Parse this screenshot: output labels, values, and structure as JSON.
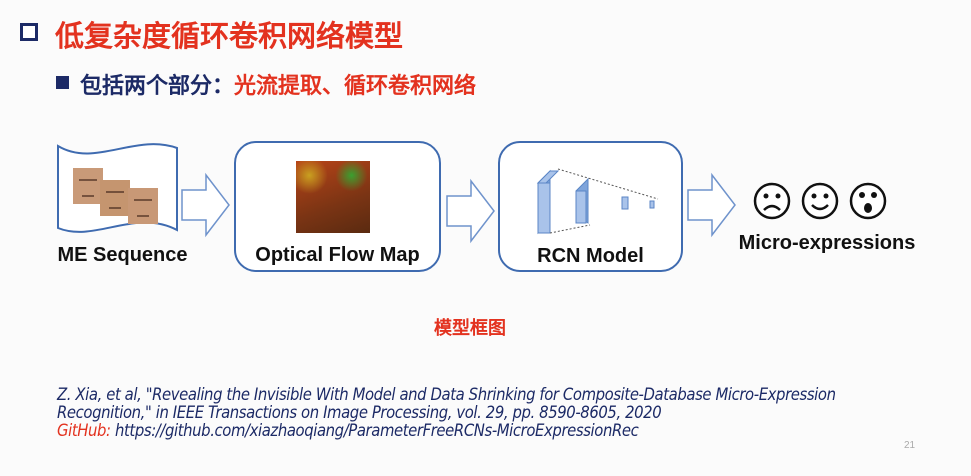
{
  "title": "低复杂度循环卷积网络模型",
  "subtitle": {
    "prefix": "包括两个部分：",
    "highlight": "光流提取、循环卷积网络"
  },
  "diagram": {
    "stages": [
      {
        "label": "ME Sequence"
      },
      {
        "label": "Optical Flow Map"
      },
      {
        "label": "RCN Model"
      },
      {
        "label": "Micro-expressions"
      }
    ],
    "caption": "模型框图"
  },
  "citation": {
    "text": "Z. Xia, et al, \"Revealing the Invisible With Model and Data Shrinking for Composite-Database Micro-Expression Recognition,\" in IEEE Transactions on Image Processing, vol. 29, pp. 8590-8605, 2020",
    "github_label": "GitHub:",
    "github_url": "https://github.com/xiazhaoqiang/ParameterFreeRCNs-MicroExpressionRec"
  },
  "page_number": "21",
  "colors": {
    "accent_red": "#e3321f",
    "navy": "#1c2a66",
    "box_border": "#3f6bb0"
  }
}
